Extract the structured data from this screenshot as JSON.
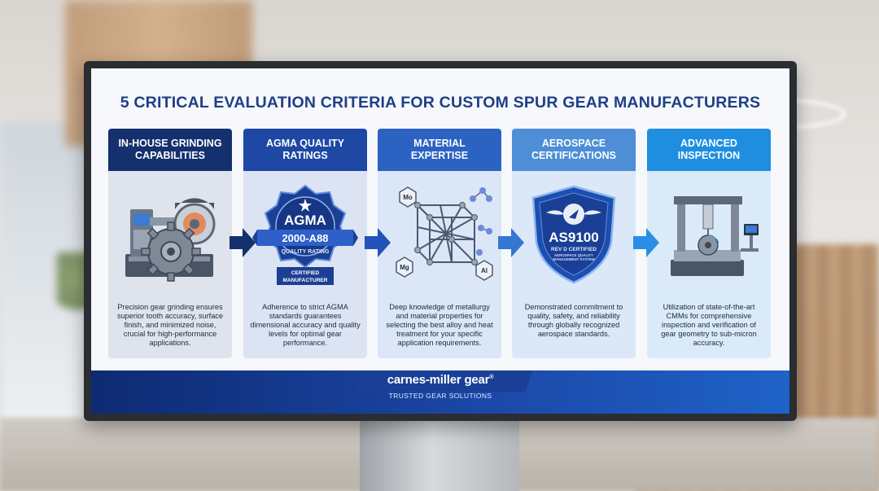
{
  "title": "5 CRITICAL EVALUATION CRITERIA FOR CUSTOM SPUR GEAR MANUFACTURERS",
  "cards": [
    {
      "heading": "IN-HOUSE GRINDING CAPABILITIES",
      "icon": "gear-grinding-machine-icon",
      "description": "Precision gear grinding ensures superior tooth accuracy, surface finish, and minimized noise, crucial for high-performance applications."
    },
    {
      "heading": "AGMA QUALITY RATINGS",
      "icon": "agma-badge-icon",
      "badge": {
        "name": "AGMA",
        "standard": "2000-A88",
        "rating": "QUALITY RATING",
        "certified": "CERTIFIED",
        "manufacturer": "MANUFACTURER"
      },
      "description": "Adherence to strict AGMA standards guarantees dimensional accuracy and quality levels for optimal gear performance."
    },
    {
      "heading": "MATERIAL EXPERTISE",
      "icon": "material-lattice-icon",
      "elements": [
        "Mo",
        "Mg",
        "Al"
      ],
      "description": "Deep knowledge of metallurgy and material properties for selecting the best alloy and heat treatment for your specific application requirements."
    },
    {
      "heading": "AEROSPACE CERTIFICATIONS",
      "icon": "as9100-shield-icon",
      "badge": {
        "name": "AS9100",
        "revision": "REV D CERTIFIED",
        "system": "AEROSPACE QUALITY MANAGEMENT SYSTEM"
      },
      "description": "Demonstrated commitment to quality, safety, and reliability through globally recognized aerospace standards."
    },
    {
      "heading": "ADVANCED INSPECTION",
      "icon": "cmm-machine-icon",
      "description": "Utilization of state-of-the-art CMMs for comprehensive inspection and verification of gear geometry to sub-micron accuracy."
    }
  ],
  "footer": {
    "brand": "carnes-miller gear",
    "tagline": "TRUSTED GEAR SOLUTIONS"
  },
  "colors": {
    "title": "#1f3f86",
    "head1": "#15306e",
    "head2": "#1e48a4",
    "head3": "#2c63c2",
    "head4": "#4d8ed7",
    "head5": "#1f8ee0",
    "arrow_dark": "#15306e",
    "arrow_light": "#2a8ee6"
  }
}
